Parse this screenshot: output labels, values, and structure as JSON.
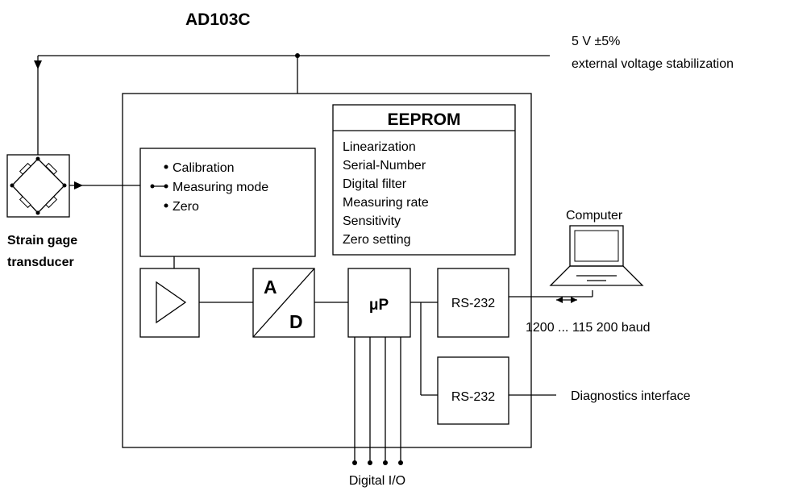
{
  "title": "AD103C",
  "supply": {
    "line1": "5 V ±5%",
    "line2": "external voltage stabilization"
  },
  "transducer": {
    "label_line1": "Strain gage",
    "label_line2": "transducer"
  },
  "mode_switch": {
    "options": [
      "Calibration",
      "Measuring mode",
      "Zero"
    ]
  },
  "eeprom": {
    "title": "EEPROM",
    "items": [
      "Linearization",
      "Serial-Number",
      "Digital filter",
      "Measuring rate",
      "Sensitivity",
      "Zero setting"
    ]
  },
  "adc": {
    "top": "A",
    "bottom": "D"
  },
  "processor": {
    "label": "μP"
  },
  "rs232_main": {
    "label": "RS-232"
  },
  "rs232_diag": {
    "label": "RS-232"
  },
  "computer": {
    "label": "Computer"
  },
  "baud": {
    "label": "1200 ... 115 200 baud"
  },
  "diagnostics": {
    "label": "Diagnostics interface"
  },
  "digital_io": {
    "label": "Digital I/O"
  }
}
